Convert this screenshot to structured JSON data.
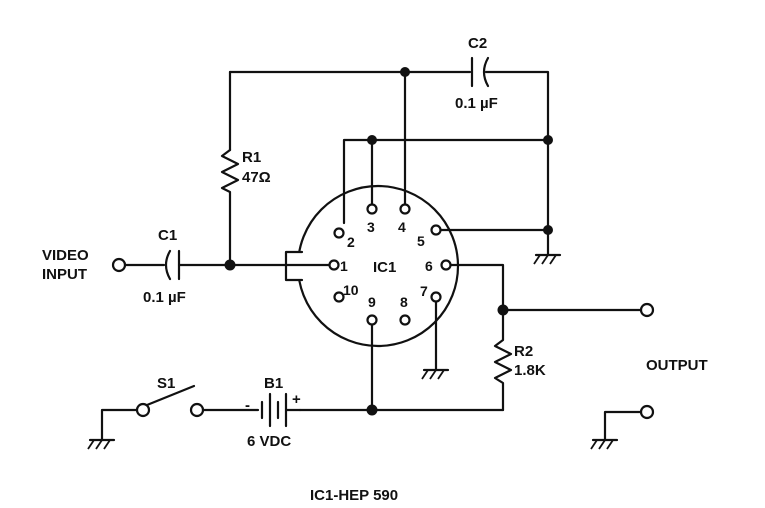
{
  "labels": {
    "video_input_line1": "VIDEO",
    "video_input_line2": "INPUT",
    "output": "OUTPUT",
    "footer": "IC1-HEP 590"
  },
  "components": {
    "c1": {
      "name": "C1",
      "value": "0.1 µF"
    },
    "c2": {
      "name": "C2",
      "value": "0.1 µF"
    },
    "r1": {
      "name": "R1",
      "value": "47Ω"
    },
    "r2": {
      "name": "R2",
      "value": "1.8K"
    },
    "s1": {
      "name": "S1"
    },
    "b1": {
      "name": "B1",
      "value": "6 VDC",
      "minus": "-",
      "plus": "+"
    },
    "ic1": {
      "name": "IC1"
    }
  },
  "pins": [
    "1",
    "2",
    "3",
    "4",
    "5",
    "6",
    "7",
    "8",
    "9",
    "10"
  ]
}
